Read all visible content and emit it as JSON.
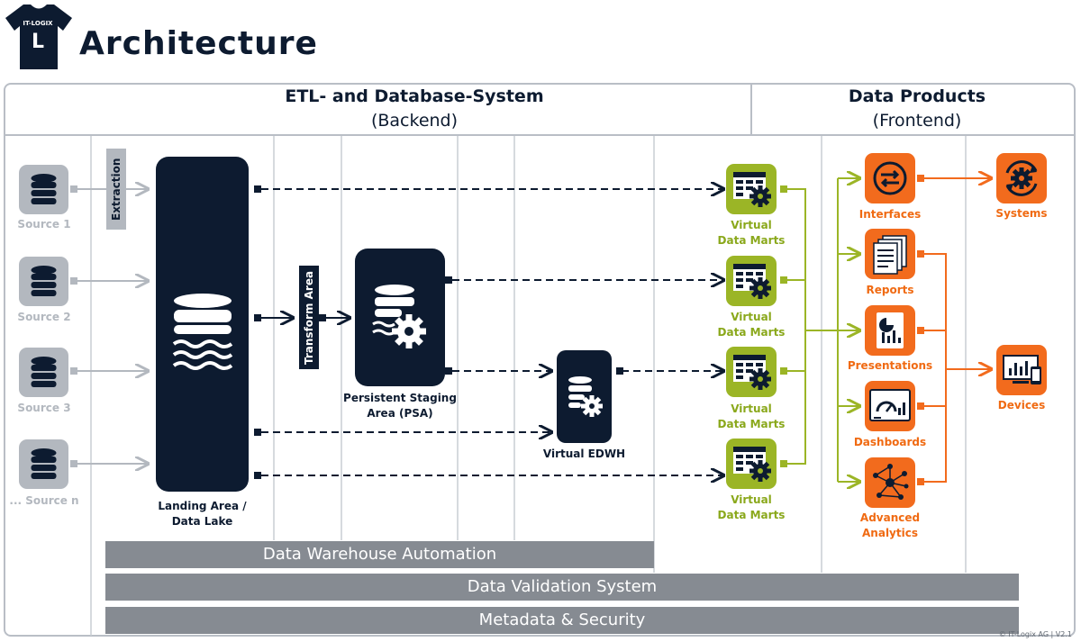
{
  "header": {
    "logo_top": "IT-LOGIX",
    "logo_letter": "L",
    "title": "Architecture"
  },
  "columns": {
    "backend_title": "ETL- and Database-System",
    "backend_sub": "(Backend)",
    "frontend_title": "Data Products",
    "frontend_sub": "(Frontend)"
  },
  "sources": [
    "Source 1",
    "Source 2",
    "Source 3",
    "... Source n"
  ],
  "stages": {
    "extraction": "Extraction",
    "landing": [
      "Landing Area /",
      "Data Lake"
    ],
    "transform": "Transform Area",
    "psa": [
      "Persistent Staging",
      "Area (PSA)"
    ],
    "edwh": "Virtual EDWH"
  },
  "data_marts": [
    [
      "Virtual",
      "Data Marts"
    ],
    [
      "Virtual",
      "Data Marts"
    ],
    [
      "Virtual",
      "Data Marts"
    ],
    [
      "Virtual",
      "Data Marts"
    ]
  ],
  "products": [
    [
      "Interfaces"
    ],
    [
      "Reports"
    ],
    [
      "Presentations"
    ],
    [
      "Dashboards"
    ],
    [
      "Advanced",
      "Analytics"
    ]
  ],
  "targets": [
    "Systems",
    "Devices"
  ],
  "bars": [
    "Data Warehouse Automation",
    "Data Validation System",
    "Metadata & Security"
  ],
  "footer": "© IT-Logix AG | V2.1",
  "colors": {
    "navy": "#0d1b30",
    "grey": "#868b92",
    "green": "#9bb526",
    "orange": "#f26b1d"
  },
  "icons": [
    "shirt-logo-icon",
    "database-icon",
    "data-lake-icon",
    "database-gear-icon",
    "table-gear-icon",
    "exchange-icon",
    "report-icon",
    "presentation-icon",
    "dashboard-icon",
    "network-icon",
    "gear-cycle-icon",
    "devices-icon"
  ]
}
